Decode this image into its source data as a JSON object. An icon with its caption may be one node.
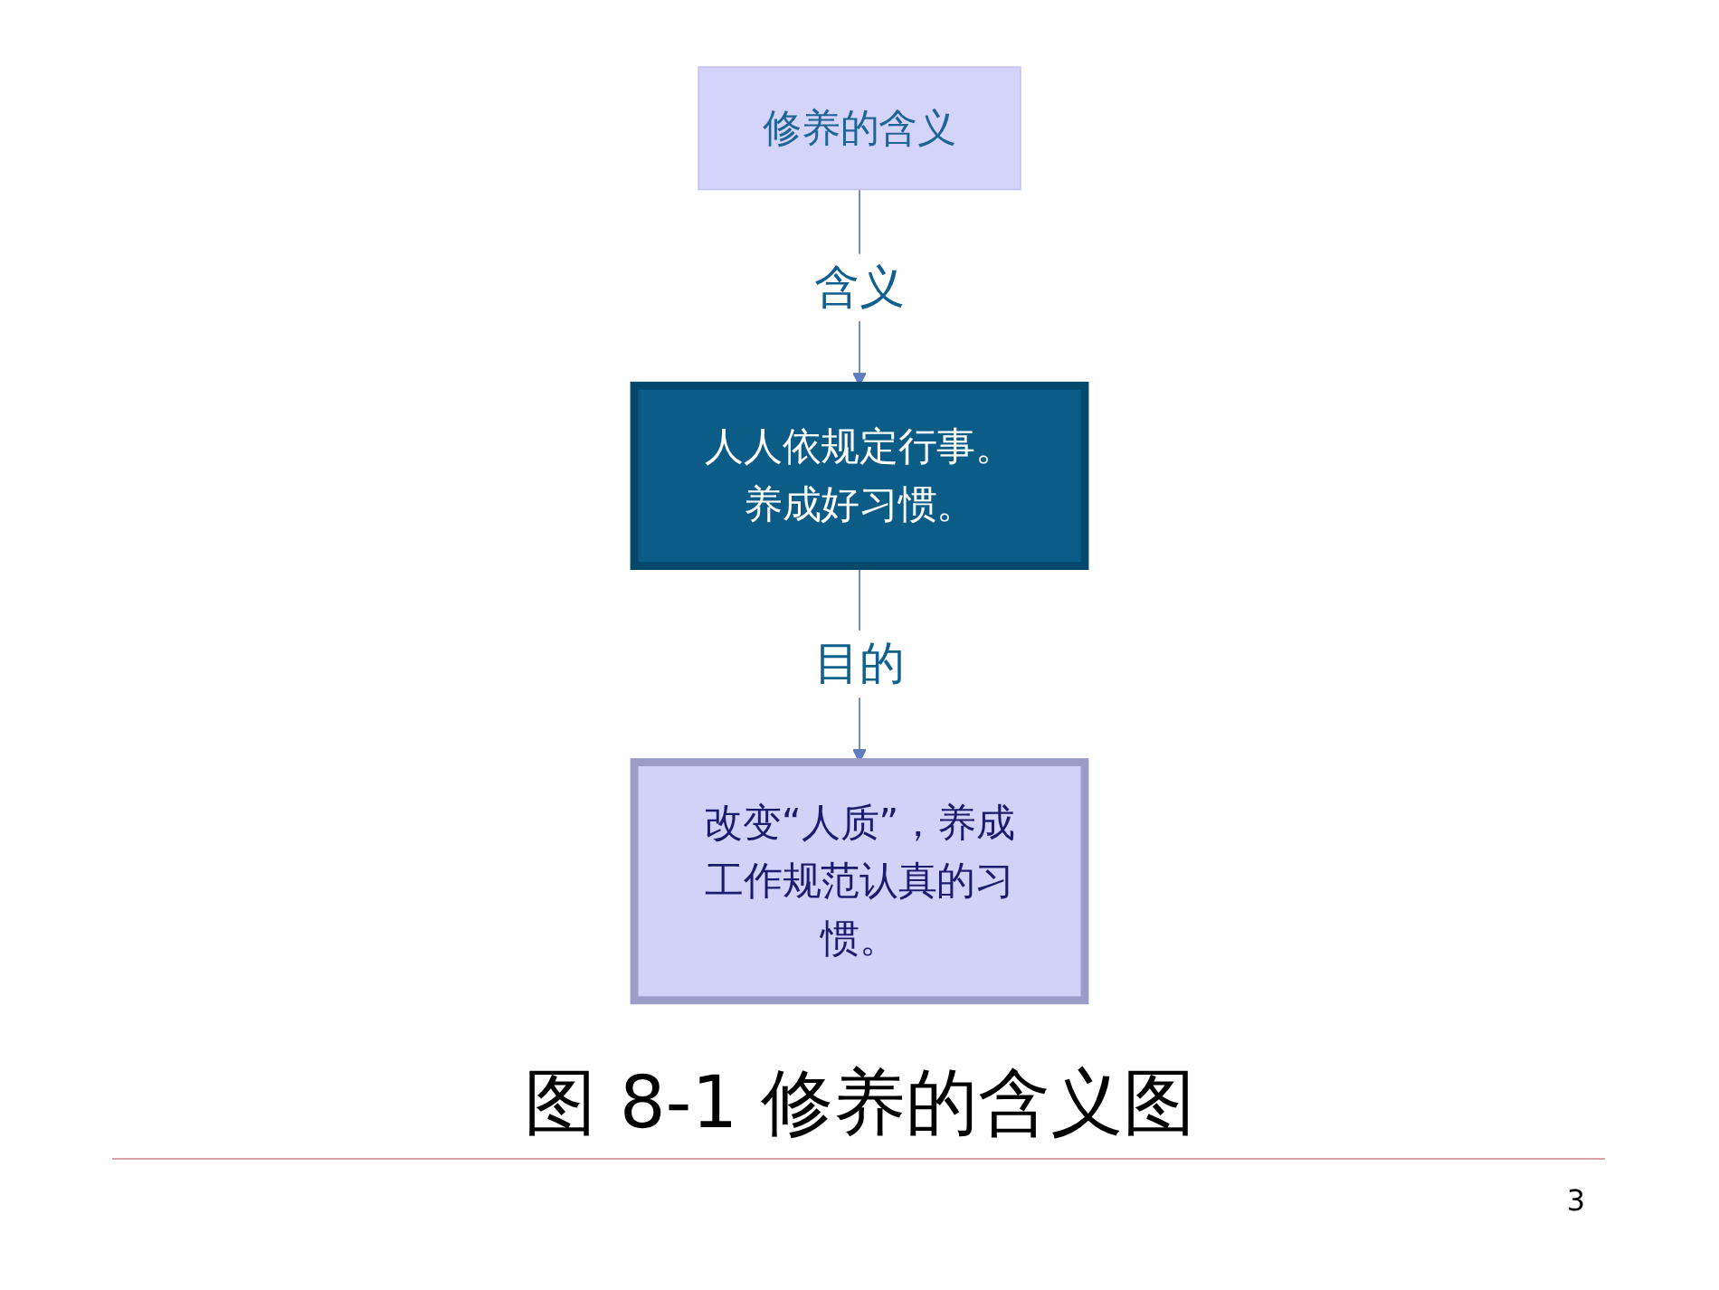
{
  "diagram": {
    "caption": "图 8-1 修养的含义图",
    "nodes": [
      {
        "text": [
          "修养的含义"
        ]
      },
      {
        "text": [
          "人人依规定行事。养成好习惯。"
        ]
      },
      {
        "text": [
          "改变“人质”，养成工作规范认真的习惯。"
        ]
      }
    ],
    "edges": [
      {
        "from": 0,
        "to": 1,
        "arrow": "to",
        "label": "含义"
      },
      {
        "from": 1,
        "to": 2,
        "arrow": "to",
        "label": "目的"
      }
    ],
    "labels": [
      "3"
    ]
  }
}
